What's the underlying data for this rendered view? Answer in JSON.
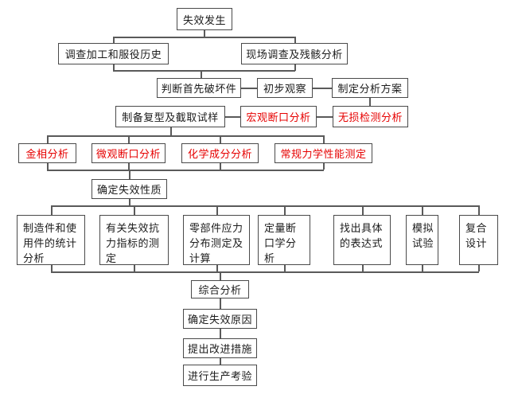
{
  "diagram": {
    "kind": "flowchart",
    "language": "zh-CN",
    "colors": {
      "normal_text": "#1b1b1b",
      "highlight_text": "#e60000",
      "box_border": "#4a4a4a",
      "connector": "#5a5a5a",
      "background": "#ffffff"
    }
  },
  "nodes": {
    "failure_occurs": {
      "label": "失效发生",
      "highlight": false
    },
    "investigate_history": {
      "label": "调查加工和服役历史",
      "highlight": false
    },
    "site_investigation": {
      "label": "现场调查及残骸分析",
      "highlight": false
    },
    "judge_first_failed_part": {
      "label": "判断首先破坏件",
      "highlight": false
    },
    "initial_observation": {
      "label": "初步观察",
      "highlight": false
    },
    "analysis_plan": {
      "label": "制定分析方案",
      "highlight": false
    },
    "prepare_replica_samples": {
      "label": "制备复型及截取试样",
      "highlight": false
    },
    "macro_fracture_analysis": {
      "label": "宏观断口分析",
      "highlight": true
    },
    "ndt_analysis": {
      "label": "无损检测分析",
      "highlight": true
    },
    "metallographic_analysis": {
      "label": "金相分析",
      "highlight": true
    },
    "micro_fracture_analysis": {
      "label": "微观断口分析",
      "highlight": true
    },
    "chemical_composition_analysis": {
      "label": "化学成分分析",
      "highlight": true
    },
    "mechanical_properties_test": {
      "label": "常规力学性能测定",
      "highlight": true
    },
    "determine_failure_nature": {
      "label": "确定失效性质",
      "highlight": false
    },
    "statistical_analysis": {
      "label": "制造件和使用件的统计分析",
      "highlight": false
    },
    "failure_resistance_indicators": {
      "label": "有关失效抗力指标的测定",
      "highlight": false
    },
    "stress_distribution": {
      "label": "零部件应力分布测定及计算",
      "highlight": false
    },
    "quantitative_fractography": {
      "label": "定量断口学分析",
      "highlight": false
    },
    "specific_expression": {
      "label": "找出具体的表达式",
      "highlight": false
    },
    "simulation_test": {
      "label": "模拟试验",
      "highlight": false
    },
    "composite_design": {
      "label": "复合设计",
      "highlight": false
    },
    "comprehensive_analysis": {
      "label": "综合分析",
      "highlight": false
    },
    "determine_failure_cause": {
      "label": "确定失效原因",
      "highlight": false
    },
    "improvement_measures": {
      "label": "提出改进措施",
      "highlight": false
    },
    "production_test": {
      "label": "进行生产考验",
      "highlight": false
    }
  }
}
